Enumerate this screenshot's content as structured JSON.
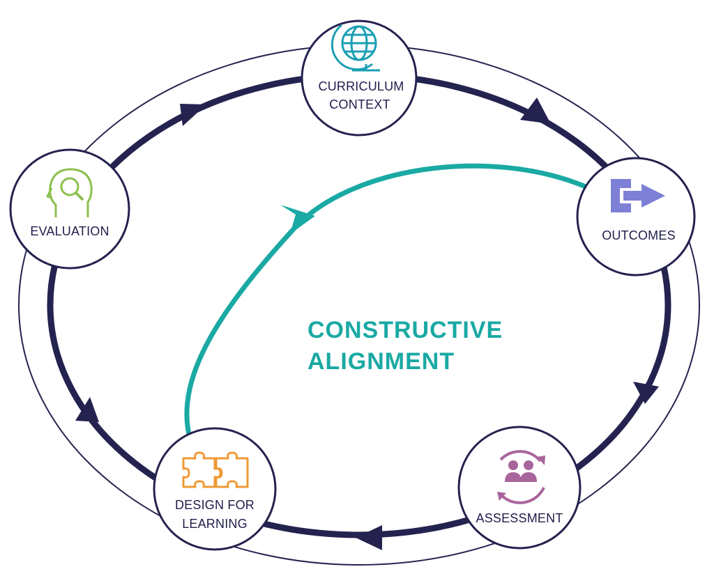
{
  "title": {
    "line1": "CONSTRUCTIVE",
    "line2": "ALIGNMENT"
  },
  "nodes": {
    "curriculum": {
      "line1": "CURRICULUM",
      "line2": "CONTEXT",
      "icon": "globe-icon"
    },
    "outcomes": {
      "line1": "OUTCOMES",
      "icon": "export-arrow-icon"
    },
    "assessment": {
      "line1": "ASSESSMENT",
      "icon": "group-refresh-icon"
    },
    "design": {
      "line1": "DESIGN FOR",
      "line2": "LEARNING",
      "icon": "puzzle-icon"
    },
    "evaluation": {
      "line1": "EVALUATION",
      "icon": "head-search-icon"
    }
  },
  "colors": {
    "navy": "#24224f",
    "teal": "#1aa9a3",
    "globe": "#1b9fb3",
    "outcomes": "#7d80d6",
    "assessment": "#a8659c",
    "design": "#ef9a35",
    "evaluation": "#8bbf4d"
  }
}
